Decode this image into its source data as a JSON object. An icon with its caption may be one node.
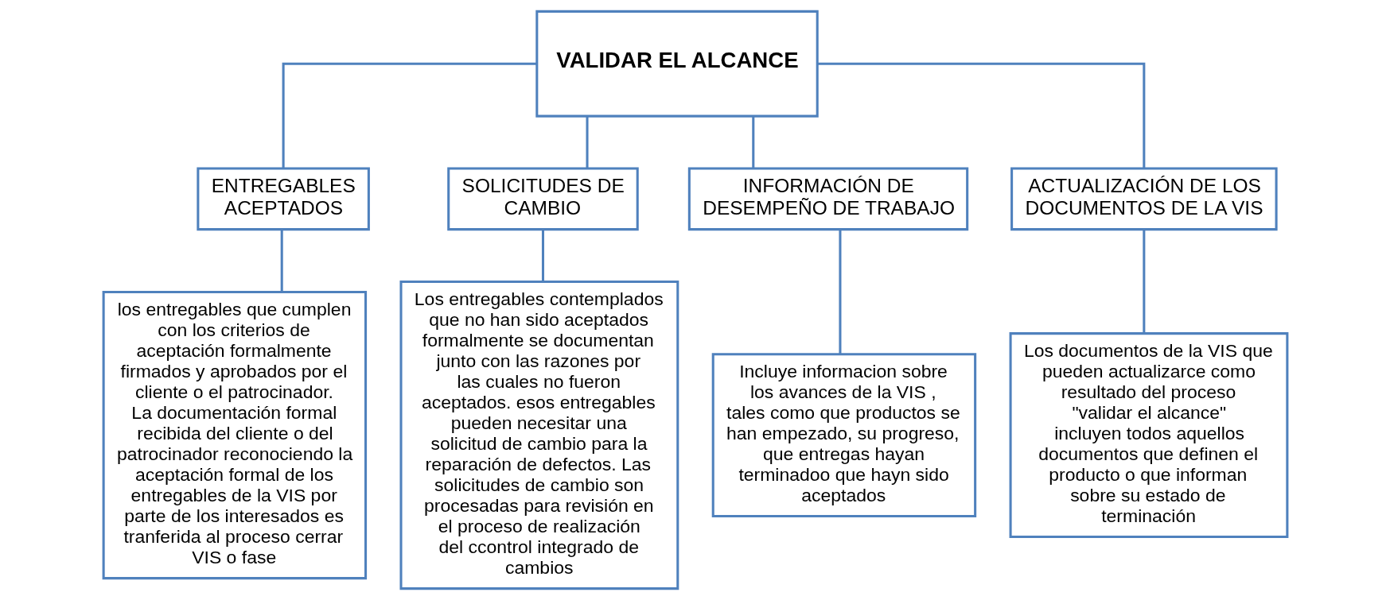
{
  "diagram": {
    "nodes": [
      {
        "text": [
          "VALIDAR EL ALCANCE"
        ]
      },
      {
        "text": [
          "ENTREGABLES ACEPTADOS"
        ]
      },
      {
        "text": [
          "SOLICITUDES DE CAMBIO"
        ]
      },
      {
        "text": [
          "INFORMACIÓN DE DESEMPEÑO DE TRABAJO"
        ]
      },
      {
        "text": [
          "ACTUALIZACIÓN DE LOS DOCUMENTOS DE LA VIS"
        ]
      },
      {
        "text": [
          "los entregables que cumplen con los criterios de aceptación formalmente firmados y aprobados por el cliente o el patrocinador. La documentación formal recibida del cliente o del patrocinador reconociendo la aceptación formal de los entregables de la VIS por parte de los interesados es tranferida al proceso cerrar VIS o fase"
        ]
      },
      {
        "text": [
          "Los entregables contemplados que no han sido aceptados formalmente se documentan junto con las razones por las cuales no fueron aceptados. esos entregables pueden necesitar una solicitud de cambio para la reparación de defectos. Las solicitudes de cambio son procesadas para revisión en el proceso de realización del ccontrol integrado de cambios"
        ]
      },
      {
        "text": [
          "Incluye informacion sobre los avances de la VIS , tales como que productos se han empezado, su progreso, que entregas hayan terminadoo que hayn sido aceptados"
        ]
      },
      {
        "text": [
          "Los documentos de la VIS que pueden actualizarce como resultado del proceso \"validar el alcance\" incluyen todos aquellos documentos que definen el producto o que informan sobre su estado de terminación"
        ]
      }
    ],
    "edges": [
      {
        "from": 0,
        "to": 1,
        "arrow": "none"
      },
      {
        "from": 0,
        "to": 2,
        "arrow": "none"
      },
      {
        "from": 0,
        "to": 3,
        "arrow": "none"
      },
      {
        "from": 0,
        "to": 4,
        "arrow": "none"
      },
      {
        "from": 1,
        "to": 5,
        "arrow": "none"
      },
      {
        "from": 2,
        "to": 6,
        "arrow": "none"
      },
      {
        "from": 3,
        "to": 7,
        "arrow": "none"
      },
      {
        "from": 4,
        "to": 8,
        "arrow": "none"
      }
    ]
  }
}
